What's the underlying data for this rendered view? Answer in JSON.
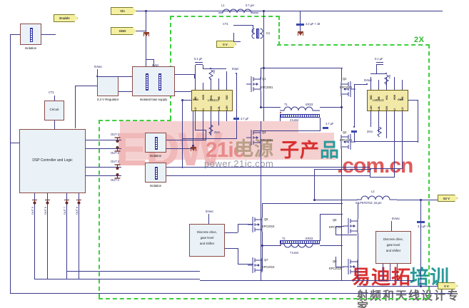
{
  "diagram": {
    "title": "Two-phase isolated GaN power converter schematic",
    "accent_green": "#3ecf3e",
    "wire_color": "#3a3a8c",
    "ic_fill": "#f2e9a8",
    "block_fill": "#eaf2f8"
  },
  "ports": {
    "vin": "Vin",
    "gnd": "GND",
    "zero_v_top": "0 V",
    "enable": "Enable",
    "out_53v": "53 V",
    "out_0v": "0 V",
    "out_0v_bottom": "0 V"
  },
  "blocks": {
    "isolation_top": "Isolation",
    "regulator": "3.3 V Regulator",
    "bias_supply": "Isolated bias supply",
    "dsp": "DSP Controller and Logic",
    "circuit": "Circuit",
    "isolation_a": "Isolation",
    "isolation_b": "Isolation",
    "driver_left": "Discrete drive,\ngate level\nand shifter",
    "driver_right": "Discrete drive,\ngate level\nand shifter",
    "driver_left_l1": "Discrete drive,",
    "driver_left_l2": "gate level",
    "driver_left_l3": "and shifter",
    "driver_right_l1": "Discrete drive,",
    "driver_right_l2": "gate level",
    "driver_right_l3": "and shifter"
  },
  "rails": {
    "v5sec_a": "5Vsec",
    "v5pri_a": "5Vpri",
    "v5pri_b": "5Vpri",
    "v5sec_b": "5Vsec",
    "v5sec_c": "5Vsec",
    "v5sec_d": "5Vsec"
  },
  "outputs": {
    "labels": [
      "OUT 1",
      "OUT 2",
      "OUT 3",
      "OUT 4",
      "OUT 5",
      "OUT 6",
      "OUT 7",
      "OUT 8"
    ]
  },
  "ics": [
    {
      "ref": "U1",
      "name": "LM5113",
      "pins_top": [
        "HS",
        "HOH",
        "HOL",
        "HB",
        "VDD"
      ],
      "pins_bottom": [
        "LO",
        "LI",
        "VSS",
        "LOL",
        "LOH"
      ],
      "pin_left": "GND"
    },
    {
      "ref": "U2",
      "name": "LM5113",
      "pins_top": [
        "VDD",
        "HB",
        "HOL",
        "HOH",
        "HS"
      ],
      "pins_bottom": [
        "LOH",
        "LOL",
        "VSS",
        "LI",
        "LO"
      ],
      "pin_right": "GND"
    }
  ],
  "components": {
    "l1": {
      "ref": "L1",
      "value": "0.7 µH"
    },
    "l2": {
      "ref": "L2",
      "value": "IHLP6767GZ, 15 µH"
    },
    "c1": {
      "ref": "C1",
      "value": ""
    },
    "ct1_top": "CT1",
    "ct1_left": "CT1",
    "cin": "2.2 µF × 18",
    "cbypass_u1": "0.1 µF",
    "cbypass_u2": "0.1 µF",
    "c_boot_u1": "4.7 µF",
    "c_boot_u2": "4.7 µF",
    "c_mid": "4.7 µF",
    "cout": "3.3 µF × 1",
    "t1_upper": {
      "ref": "T1",
      "core": "ER23",
      "turns": "4 turns"
    },
    "t1_lower": {
      "ref": "T1",
      "core": "ER23",
      "turns": "7 turns"
    },
    "r_zero_u1": "Zero",
    "r_zero_u2": "Zero",
    "r_hb_u1": "HB",
    "r_hb_u2": "HB"
  },
  "transistors": [
    {
      "ref": "Q1",
      "part": "EPC2001"
    },
    {
      "ref": "Q2",
      "part": "EPC2001"
    },
    {
      "ref": "Q3",
      "part": "EPC2001"
    },
    {
      "ref": "Q4",
      "part": "EPC2001"
    },
    {
      "ref": "Q5",
      "part": "EPC2010"
    },
    {
      "ref": "Q6",
      "part": "EPC2003"
    },
    {
      "ref": "Q7",
      "part": "EPC2010"
    },
    {
      "ref": "Q8",
      "part": "EPC2010"
    }
  ],
  "annotations": {
    "two_x": "2X"
  },
  "watermarks": {
    "edw": "EDW",
    "ic21": "21ic",
    "cjk_top": "电源",
    "cjk_red": "子产",
    "cjk_teal": "品",
    "url": "power.21ic.com",
    "com_cn": ".com.cn",
    "brand_red": "易迪拓",
    "brand_teal": "培训",
    "tagline": "射频和天线设计专家"
  }
}
